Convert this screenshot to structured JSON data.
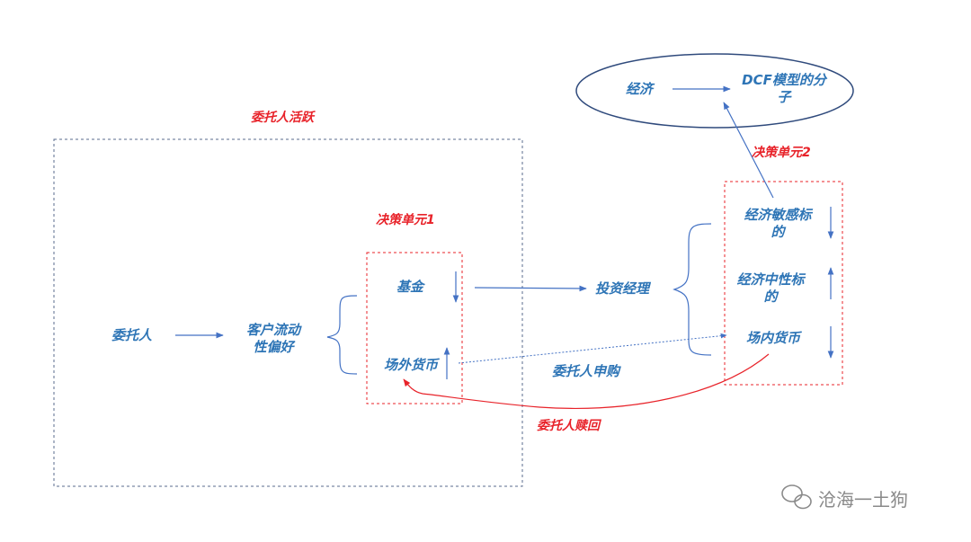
{
  "labels": {
    "client_active": "委托人活跃",
    "decision_unit_1": "决策单元1",
    "decision_unit_2": "决策单元2",
    "client": "委托人",
    "liquidity_pref_line1": "客户流动",
    "liquidity_pref_line2": "性偏好",
    "fund": "基金",
    "otc_money": "场外货币",
    "investment_manager": "投资经理",
    "client_subscribe": "委托人申购",
    "client_redeem": "委托人赎回",
    "econ_sensitive_line1": "经济敏感标",
    "econ_sensitive_line2": "的",
    "econ_neutral_line1": "经济中性标",
    "econ_neutral_line2": "的",
    "exchange_money": "场内货币",
    "economy": "经济",
    "dcf_line1": "DCF模型的分",
    "dcf_line2": "子"
  },
  "watermark": "沧海一土狗",
  "colors": {
    "blue_text": "#2E75B6",
    "red_text": "#E8232A",
    "arrow_blue": "#4472C4",
    "box_gray": "#5a6b8c",
    "box_red": "#E8232A",
    "ellipse_stroke": "#2F4A7C"
  }
}
